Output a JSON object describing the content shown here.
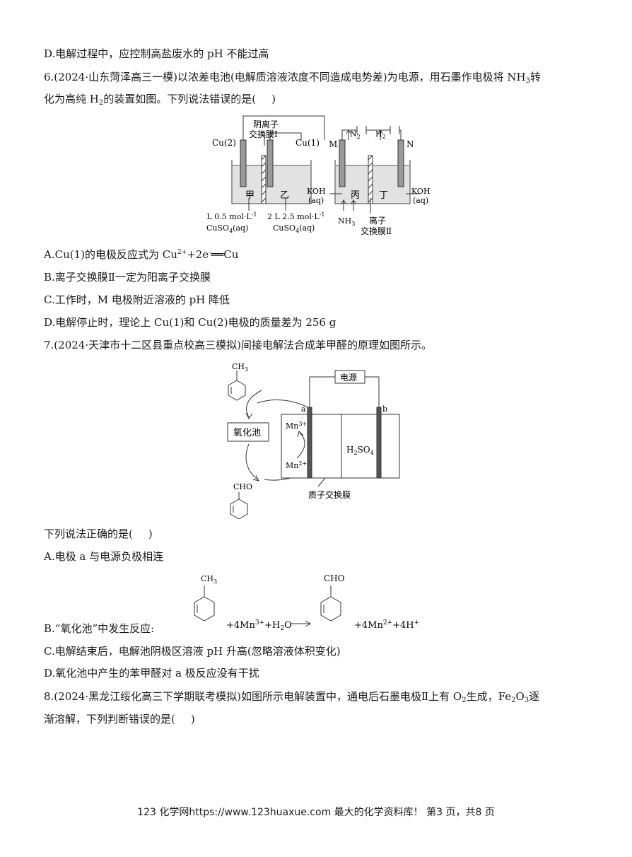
{
  "q5": {
    "optD": "D.电解过程中，应控制高盐废水的 pH 不能过高"
  },
  "q6": {
    "stem_l1_a": "6.(2024·山东菏泽高三一模)以浓差电池(电解质溶液浓度不同造成电势差)为电源，用石墨作电极将 NH",
    "stem_l1_sub": "3",
    "stem_l1_b": "转",
    "stem_l2_a": "化为高纯 H",
    "stem_l2_sub": "2",
    "stem_l2_b": "的装置如图。下列说法错误的是(",
    "stem_l2_c": ")",
    "fig": {
      "membrane1_l1": "阴离子",
      "membrane1_l2": "交换膜Ⅰ",
      "cu2": "Cu(2)",
      "cu1": "Cu(1)",
      "M": "M",
      "N": "N",
      "n2": "N",
      "n2_sub": "2",
      "h2": "H",
      "h2_sub": "2",
      "jia": "甲",
      "yi": "乙",
      "bing": "丙",
      "ding": "丁",
      "koh_l1": "KOH",
      "koh_l2": "(aq)",
      "left_sol_l1": "2 L 0.5 mol·L",
      "left_sol_sup": "-1",
      "left_sol_l2": "CuSO",
      "left_sol_l2_sub": "4",
      "left_sol_l2_b": "(aq)",
      "right_sol_l1": "2 L 2.5 mol·L",
      "right_sol_sup": "-1",
      "nh3": "NH",
      "nh3_sub": "3",
      "membrane2_l1": "离子",
      "membrane2_l2": "交换膜Ⅱ"
    },
    "optA_a": "A.Cu(1)的电极反应式为 Cu",
    "optA_sup1": "2+",
    "optA_b": "+2e",
    "optA_sup2": "-",
    "optA_c": "══Cu",
    "optB": "B.离子交换膜Ⅱ一定为阳离子交换膜",
    "optC": "C.工作时，M 电极附近溶液的 pH 降低",
    "optD": "D.电解停止时，理论上 Cu(1)和 Cu(2)电极的质量差为  256 g"
  },
  "q7": {
    "stem": "7.(2024·天津市十二区县重点校高三模拟)间接电解法合成苯甲醛的原理如图所示。",
    "fig": {
      "ch3": "CH",
      "ch3_sub": "3",
      "power": "电源",
      "a": "a",
      "b": "b",
      "oxpool": "氧化池",
      "mn3": "Mn",
      "mn3_sup": "3+",
      "mn2": "Mn",
      "mn2_sup": "2+",
      "h2so4_a": "H",
      "h2so4_sub1": "2",
      "h2so4_b": "SO",
      "h2so4_sub2": "4",
      "cho": "CHO",
      "membrane": "质子交换膜"
    },
    "ask_a": "下列说法正确的是(",
    "ask_b": ")",
    "optA": "A.电极 a 与电源负极相连",
    "optB_a": "B.“氧化池”中发生反应:",
    "optB_ch3": "CH",
    "optB_ch3_sub": "3",
    "optB_cho": "CHO",
    "optB_mid_a": "+4Mn",
    "optB_mid_sup": "3+",
    "optB_mid_b": "+H",
    "optB_mid_sub": "2",
    "optB_mid_c": "O",
    "optB_end_a": "+4Mn",
    "optB_end_sup1": "2+",
    "optB_end_b": "+4H",
    "optB_end_sup2": "+",
    "optC": "C.电解结束后，电解池阴极区溶液 pH 升高(忽略溶液体积变化)",
    "optD": "D.氧化池中产生的苯甲醛对 a 极反应没有干扰"
  },
  "q8": {
    "stem_l1_a": "8.(2024·黑龙江绥化高三下学期联考模拟)如图所示电解装置中，通电后石墨电极Ⅱ上有 O",
    "stem_l1_sub1": "2",
    "stem_l1_b": "生成，Fe",
    "stem_l1_sub2": "2",
    "stem_l1_c": "O",
    "stem_l1_sub3": "3",
    "stem_l1_d": "逐",
    "stem_l2_a": "渐溶解，下列判断错误的是(",
    "stem_l2_b": ")"
  },
  "footer": "123 化学网https://www.123huaxue.com 最大的化学资料库！  第3 页，共8 页"
}
